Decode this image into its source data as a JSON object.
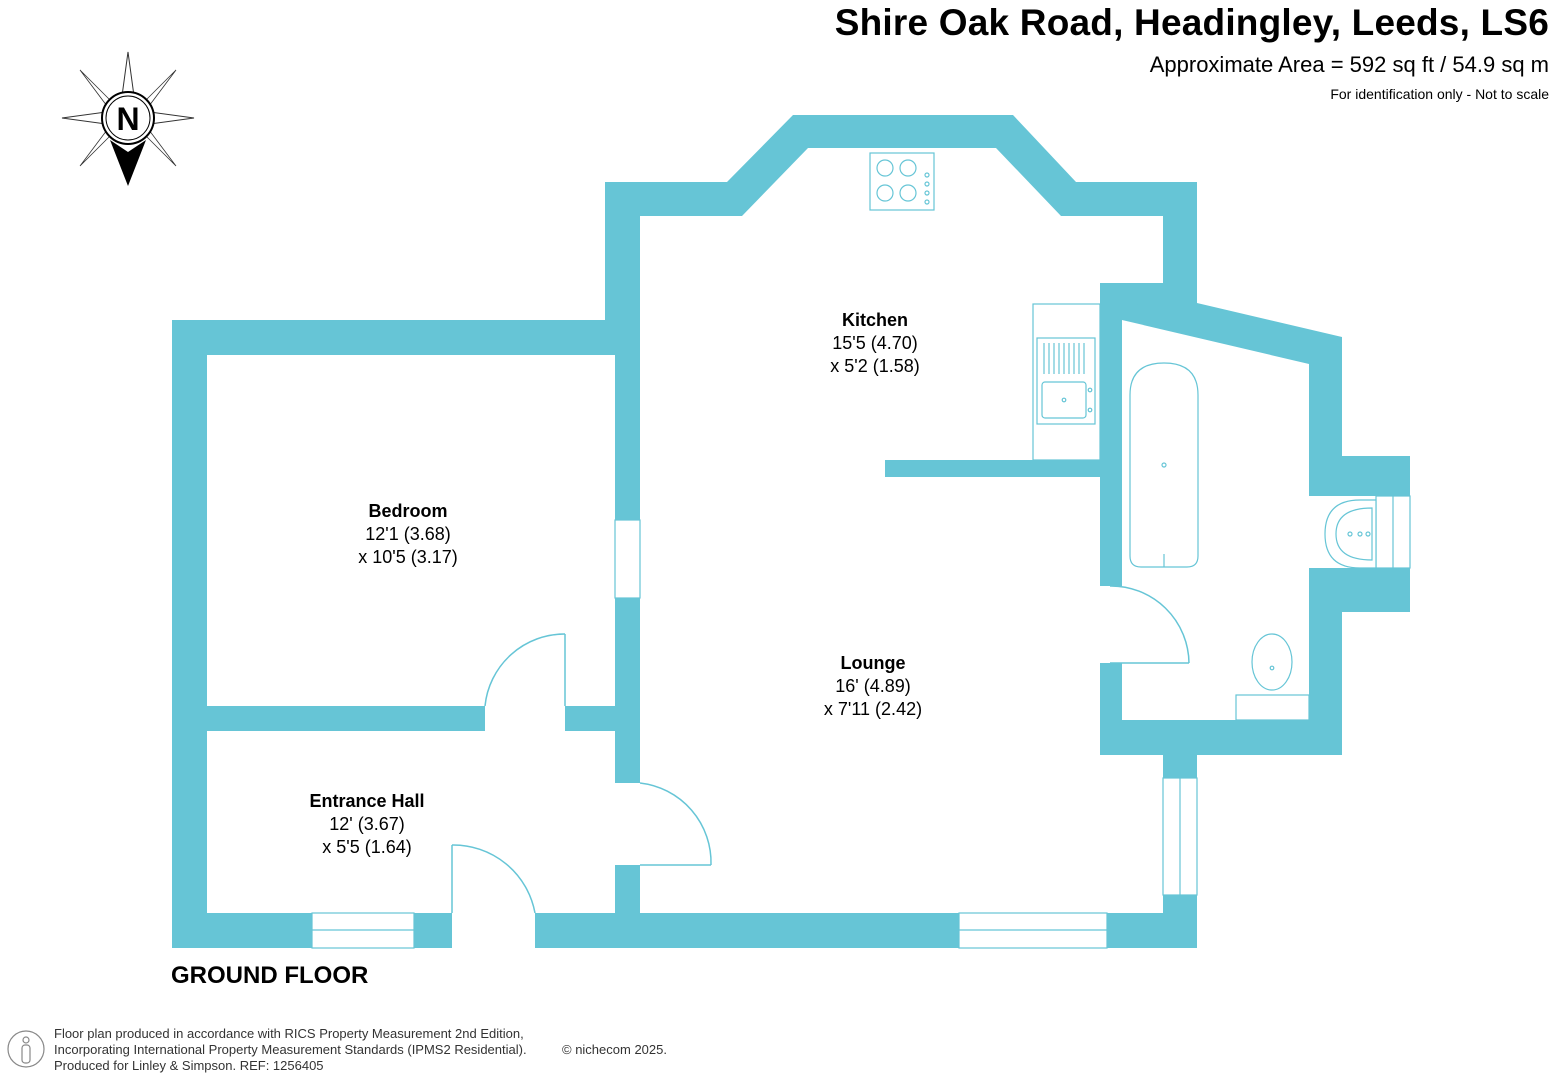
{
  "header": {
    "title": "Shire Oak Road, Headingley, Leeds, LS6",
    "area": "Approximate Area = 592 sq ft / 54.9 sq m",
    "note": "For identification only - Not to scale"
  },
  "compass": {
    "label": "N"
  },
  "rooms": {
    "kitchen": {
      "name": "Kitchen",
      "dim1": "15'5 (4.70)",
      "dim2": "x 5'2 (1.58)"
    },
    "bedroom": {
      "name": "Bedroom",
      "dim1": "12'1 (3.68)",
      "dim2": "x 10'5 (3.17)"
    },
    "lounge": {
      "name": "Lounge",
      "dim1": "16' (4.89)",
      "dim2": "x 7'11 (2.42)"
    },
    "hall": {
      "name": "Entrance Hall",
      "dim1": "12' (3.67)",
      "dim2": "x 5'5 (1.64)"
    }
  },
  "floor_label": "GROUND FLOOR",
  "footer": {
    "line1": "Floor plan produced in accordance with RICS Property Measurement 2nd Edition,",
    "line2": "Incorporating International Property Measurement Standards (IPMS2 Residential).",
    "line3": "Produced for Linley & Simpson.   REF:  1256405",
    "copyright": "© nichecom 2025."
  },
  "colors": {
    "wall": "#66c5d6",
    "fixture": "#66c5d6",
    "background": "#ffffff"
  }
}
